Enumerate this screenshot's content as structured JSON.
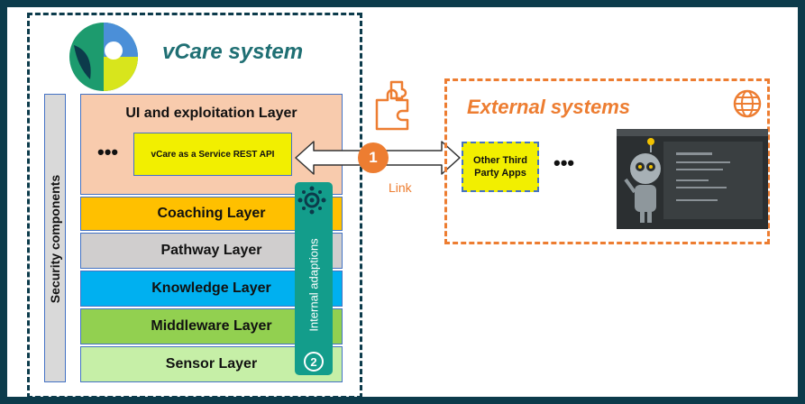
{
  "system": {
    "title": "vCare system",
    "security": "Security components",
    "ui_layer": "UI and exploitation Layer",
    "api_label": "vCare as a Service REST API",
    "ellipsis": "•••",
    "layers": {
      "coaching": "Coaching Layer",
      "pathway": "Pathway Layer",
      "knowledge": "Knowledge Layer",
      "middleware": "Middleware Layer",
      "sensor": "Sensor Layer"
    },
    "internal": {
      "label": "Internal adaptions",
      "number": "2"
    }
  },
  "link": {
    "number": "1",
    "label": "Link"
  },
  "external": {
    "title": "External systems",
    "third_party": "Other Third Party Apps",
    "ellipsis": "•••"
  },
  "colors": {
    "background": "#0c3b4b",
    "accent_orange": "#ed7d31",
    "title_teal": "#1f6f73",
    "internal_green": "#139d8b",
    "api_yellow": "#f2ef00"
  }
}
